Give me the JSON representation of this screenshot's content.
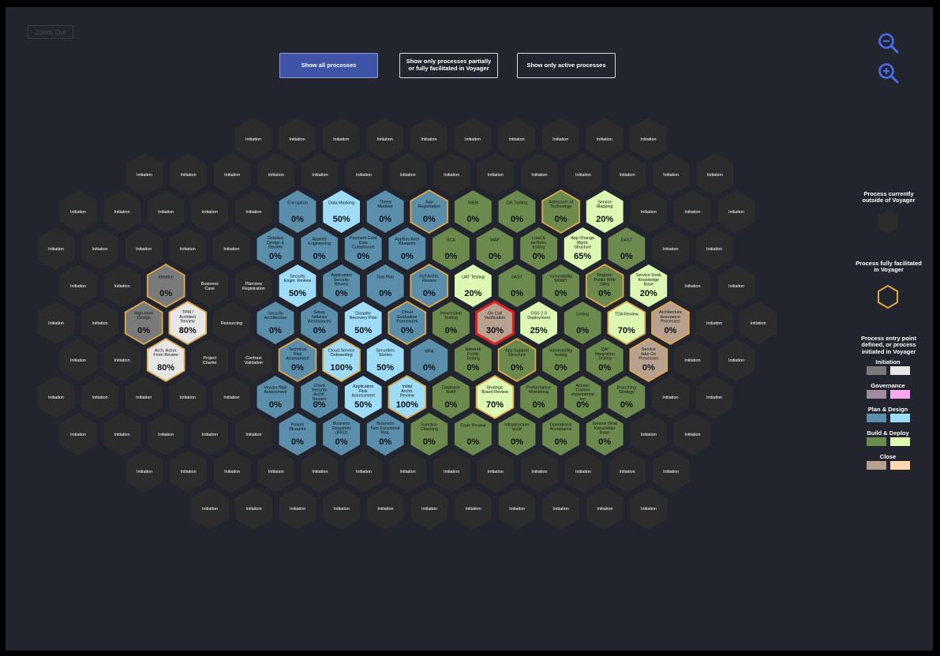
{
  "zoom_out_label": "Zoom Out",
  "filters": [
    {
      "label": "Show all processes"
    },
    {
      "label": "Show only processes partially or fully facilitated in Voyager"
    },
    {
      "label": "Show only active processes"
    }
  ],
  "zoom_icons": [
    {
      "name": "zoom-out-icon"
    },
    {
      "name": "zoom-in-icon"
    }
  ],
  "legend": {
    "outside_title": "Process currently outside of Voyager",
    "full_title": "Process fully facilitated in Voyager",
    "entry_title": "Process entry point defined, or process initiated in Voyager",
    "categories": [
      {
        "label": "Initiation",
        "dark": "#7a7a7a",
        "light": "#e6e6e6"
      },
      {
        "label": "Governance",
        "dark": "#a08aa0",
        "light": "#f8a8f0"
      },
      {
        "label": "Plan & Design",
        "dark": "#5a8eaa",
        "light": "#9fdcf8"
      },
      {
        "label": "Build & Deploy",
        "dark": "#6d8a4e",
        "light": "#dcf8b2"
      },
      {
        "label": "Close",
        "dark": "#b8a08e",
        "light": "#ffd8b2"
      }
    ]
  },
  "colors": {
    "dark_hex": "#2c2c2c",
    "init_dark": "#7a7a7a",
    "init_light": "#e6e6e6",
    "plan_dark": "#5a8eaa",
    "plan_light": "#9fdcf8",
    "build_dark": "#6d8a4e",
    "build_light": "#dcf8b2",
    "close_dark": "#b9a190",
    "full_ring": "#e0a84a",
    "active_ring": "#e02020"
  },
  "rows": [
    {
      "cells": [
        {
          "label": "Initiation"
        },
        {
          "label": "Initiation"
        },
        {
          "label": "Initiation"
        },
        {
          "label": "Initiation"
        },
        {
          "label": "Initiation"
        },
        {
          "label": "Initiation"
        },
        {
          "label": "Initiation"
        },
        {
          "label": "Initiation"
        },
        {
          "label": "Initiation"
        },
        {
          "label": "Initiation"
        }
      ]
    },
    {
      "cells": [
        {
          "label": "Initiation"
        },
        {
          "label": "Initiation"
        },
        {
          "label": "Initiation"
        },
        {
          "label": "Initiation"
        },
        {
          "label": "Initiation"
        },
        {
          "label": "Initiation"
        },
        {
          "label": "Initiation"
        },
        {
          "label": "Initiation"
        },
        {
          "label": "Initiation"
        },
        {
          "label": "Initiation"
        },
        {
          "label": "Initiation"
        },
        {
          "label": "Initiation"
        },
        {
          "label": "Initiation"
        },
        {
          "label": "Initiation"
        }
      ]
    },
    {
      "cells": [
        {
          "label": "Initiation"
        },
        {
          "label": "Initiation"
        },
        {
          "label": "Initiation"
        },
        {
          "label": "Initiation"
        },
        {
          "label": "Initiation"
        },
        {
          "label": "Encryption",
          "pct": "0%",
          "cat": "plan"
        },
        {
          "label": "Data Masking",
          "pct": "50%",
          "cat": "plan",
          "light": true
        },
        {
          "label": "Threat Modeler",
          "pct": "0%",
          "cat": "plan"
        },
        {
          "label": "App Registration",
          "pct": "0%",
          "cat": "plan",
          "ring": "full"
        },
        {
          "label": "SIEM",
          "pct": "0%",
          "cat": "build"
        },
        {
          "label": "DR Testing",
          "pct": "0%",
          "cat": "build"
        },
        {
          "label": "Admission of Technology",
          "pct": "0%",
          "cat": "build",
          "ring": "full"
        },
        {
          "label": "Service Mapping",
          "pct": "20%",
          "cat": "build",
          "light": true
        },
        {
          "label": "Initiation"
        },
        {
          "label": "Initiation"
        },
        {
          "label": "Initiation"
        }
      ]
    },
    {
      "cells": [
        {
          "label": "Initiation"
        },
        {
          "label": "Initiation"
        },
        {
          "label": "Initiation"
        },
        {
          "label": "Initiation"
        },
        {
          "label": "Initiation"
        },
        {
          "label": "Detailed Design & Review",
          "pct": "0%",
          "cat": "plan"
        },
        {
          "label": "Applied Engineering",
          "pct": "0%",
          "cat": "plan"
        },
        {
          "label": "Payment Card Data Compliance",
          "pct": "0%",
          "cat": "plan"
        },
        {
          "label": "AppSec Arch Blueprint",
          "pct": "0%",
          "cat": "plan"
        },
        {
          "label": "SCA",
          "pct": "0%",
          "cat": "build"
        },
        {
          "label": "WAF",
          "pct": "0%",
          "cat": "build"
        },
        {
          "label": "Load & perform. testing",
          "pct": "0%",
          "cat": "build"
        },
        {
          "label": "App Change Mgmt. Structure",
          "pct": "65%",
          "cat": "build",
          "light": true
        },
        {
          "label": "DAST",
          "pct": "0%",
          "cat": "build"
        },
        {
          "label": "Initiation"
        },
        {
          "label": "Initiation"
        }
      ]
    },
    {
      "cells": [
        {
          "label": "Initiation"
        },
        {
          "label": "Initiation"
        },
        {
          "label": "Ideation",
          "pct": "0%",
          "cat": "init",
          "ring": "full"
        },
        {
          "label": "Business Case"
        },
        {
          "label": "Planview Registration"
        },
        {
          "label": "Security Engin. Review",
          "pct": "50%",
          "cat": "plan",
          "light": true
        },
        {
          "label": "Application Security Review",
          "pct": "0%",
          "cat": "plan"
        },
        {
          "label": "Test Plan",
          "pct": "0%",
          "cat": "plan"
        },
        {
          "label": "Full Archit. Review",
          "pct": "0%",
          "cat": "plan",
          "ring": "full"
        },
        {
          "label": "UAT Testing",
          "pct": "20%",
          "cat": "build",
          "light": true
        },
        {
          "label": "SAST",
          "pct": "0%",
          "cat": "build"
        },
        {
          "label": "Vulnerability MGMT",
          "pct": "0%",
          "cat": "build"
        },
        {
          "label": "Register Public Web Sites",
          "pct": "0%",
          "cat": "build",
          "ring": "full"
        },
        {
          "label": "Service Desk Knowledge Base",
          "pct": "20%",
          "cat": "build",
          "light": true
        },
        {
          "label": "Initiation"
        },
        {
          "label": "Initiation"
        }
      ]
    },
    {
      "cells": [
        {
          "label": "Initiation"
        },
        {
          "label": "Initiation"
        },
        {
          "label": "High-level Design",
          "pct": "0%",
          "cat": "init",
          "ring": "full"
        },
        {
          "label": "TPM / Architect Review",
          "pct": "80%",
          "cat": "init",
          "light": true,
          "ring": "full"
        },
        {
          "label": "Resourcing"
        },
        {
          "label": "Security Architecture",
          "pct": "0%",
          "cat": "plan"
        },
        {
          "label": "Setup Initiative Workspaces",
          "pct": "0%",
          "cat": "plan"
        },
        {
          "label": "Disaster Recovery Plan",
          "pct": "50%",
          "cat": "plan",
          "light": true
        },
        {
          "label": "Cloud Evaluation Framework",
          "pct": "0%",
          "cat": "plan",
          "ring": "full"
        },
        {
          "label": "Penetration Testing",
          "pct": "0%",
          "cat": "build"
        },
        {
          "label": "On Call Verification",
          "pct": "30%",
          "cat": "close",
          "ring": "active"
        },
        {
          "label": "OSS 2.0 Deployment",
          "pct": "25%",
          "cat": "build",
          "light": true
        },
        {
          "label": "Linting",
          "pct": "0%",
          "cat": "build"
        },
        {
          "label": "TDA Review",
          "pct": "70%",
          "cat": "build",
          "light": true,
          "ring": "full"
        },
        {
          "label": "Architecture Assurance Processes",
          "pct": "0%",
          "cat": "close",
          "ring": "full"
        },
        {
          "label": "Initiation"
        },
        {
          "label": "Initiation"
        }
      ]
    },
    {
      "cells": [
        {
          "label": "Initiation"
        },
        {
          "label": "Initiation"
        },
        {
          "label": "Arch. Assur. Form Review",
          "pct": "80%",
          "cat": "init",
          "light": true,
          "ring": "full"
        },
        {
          "label": "Project Charter"
        },
        {
          "label": "Contrast Validation"
        },
        {
          "label": "Technical Risk Assessment",
          "pct": "0%",
          "cat": "plan",
          "ring": "full"
        },
        {
          "label": "Cloud Service Onboarding",
          "pct": "100%",
          "cat": "plan",
          "light": true,
          "ring": "full"
        },
        {
          "label": "Securities Stories",
          "pct": "50%",
          "cat": "plan",
          "light": true
        },
        {
          "label": "MFA",
          "pct": "0%",
          "cat": "plan"
        },
        {
          "label": "Network Profile Testing",
          "pct": "0%",
          "cat": "build"
        },
        {
          "label": "App Support Structure",
          "pct": "0%",
          "cat": "build",
          "ring": "full"
        },
        {
          "label": "Vulnerability testing",
          "pct": "0%",
          "cat": "build"
        },
        {
          "label": "QA/ Integration Testing",
          "pct": "0%",
          "cat": "build"
        },
        {
          "label": "Service take-On Processes",
          "pct": "0%",
          "cat": "close",
          "ring": "full"
        },
        {
          "label": "Initiation"
        },
        {
          "label": "Initiation"
        }
      ]
    },
    {
      "cells": [
        {
          "label": "Initiation"
        },
        {
          "label": "Initiation"
        },
        {
          "label": "Initiation"
        },
        {
          "label": "Initiation"
        },
        {
          "label": "Initiation"
        },
        {
          "label": "Vendor Risk Assessment",
          "pct": "0%",
          "cat": "plan"
        },
        {
          "label": "Cloud Security Archit. Review",
          "pct": "0%",
          "cat": "plan"
        },
        {
          "label": "Application Risk Assessment",
          "pct": "50%",
          "cat": "plan",
          "light": true
        },
        {
          "label": "Initial Archit. Review",
          "pct": "100%",
          "cat": "plan",
          "light": true,
          "ring": "full"
        },
        {
          "label": "Database Build",
          "pct": "0%",
          "cat": "build"
        },
        {
          "label": "Strategic Board Review",
          "pct": "70%",
          "cat": "build",
          "light": true,
          "ring": "full"
        },
        {
          "label": "Performance Monitoring",
          "pct": "0%",
          "cat": "build"
        },
        {
          "label": "Access Control implementat ion",
          "pct": "0%",
          "cat": "build"
        },
        {
          "label": "Branching Strategy",
          "pct": "0%",
          "cat": "build"
        },
        {
          "label": "Initiation"
        },
        {
          "label": "Initiation"
        }
      ]
    },
    {
      "cells": [
        {
          "label": "Initiation"
        },
        {
          "label": "Initiation"
        },
        {
          "label": "Initiation"
        },
        {
          "label": "Initiation"
        },
        {
          "label": "Initiation"
        },
        {
          "label": "Polaris Blueprint",
          "pct": "0%",
          "cat": "plan"
        },
        {
          "label": "Business Requirem (BRD)",
          "pct": "0%",
          "cat": "plan"
        },
        {
          "label": "Business Non-Functional Req.",
          "pct": "0%",
          "cat": "plan"
        },
        {
          "label": "Sanction Checking",
          "pct": "0%",
          "cat": "build"
        },
        {
          "label": "Code Review",
          "pct": "0%",
          "cat": "build"
        },
        {
          "label": "Infrastructure build",
          "pct": "0%",
          "cat": "build"
        },
        {
          "label": "Operational Acceptance",
          "pct": "0%",
          "cat": "build"
        },
        {
          "label": "Service Desk Knowledge Base",
          "pct": "0%",
          "cat": "build"
        },
        {
          "label": "Initiation"
        },
        {
          "label": "Initiation"
        }
      ]
    },
    {
      "cells": [
        {
          "label": "Initiation"
        },
        {
          "label": "Initiation"
        },
        {
          "label": "Initiation"
        },
        {
          "label": "Initiation"
        },
        {
          "label": "Initiation"
        },
        {
          "label": "Initiation"
        },
        {
          "label": "Initiation"
        },
        {
          "label": "Initiation"
        },
        {
          "label": "Initiation"
        },
        {
          "label": "Initiation"
        },
        {
          "label": "Initiation"
        },
        {
          "label": "Initiation"
        },
        {
          "label": "Initiation"
        }
      ]
    },
    {
      "cells": [
        {
          "label": "Initiation"
        },
        {
          "label": "Initiation"
        },
        {
          "label": "Initiation"
        },
        {
          "label": "Initiation"
        },
        {
          "label": "Initiation"
        },
        {
          "label": "Initiation"
        },
        {
          "label": "Initiation"
        },
        {
          "label": "Initiation"
        },
        {
          "label": "Initiation"
        },
        {
          "label": "Initiation"
        },
        {
          "label": "Initiation"
        }
      ]
    }
  ]
}
